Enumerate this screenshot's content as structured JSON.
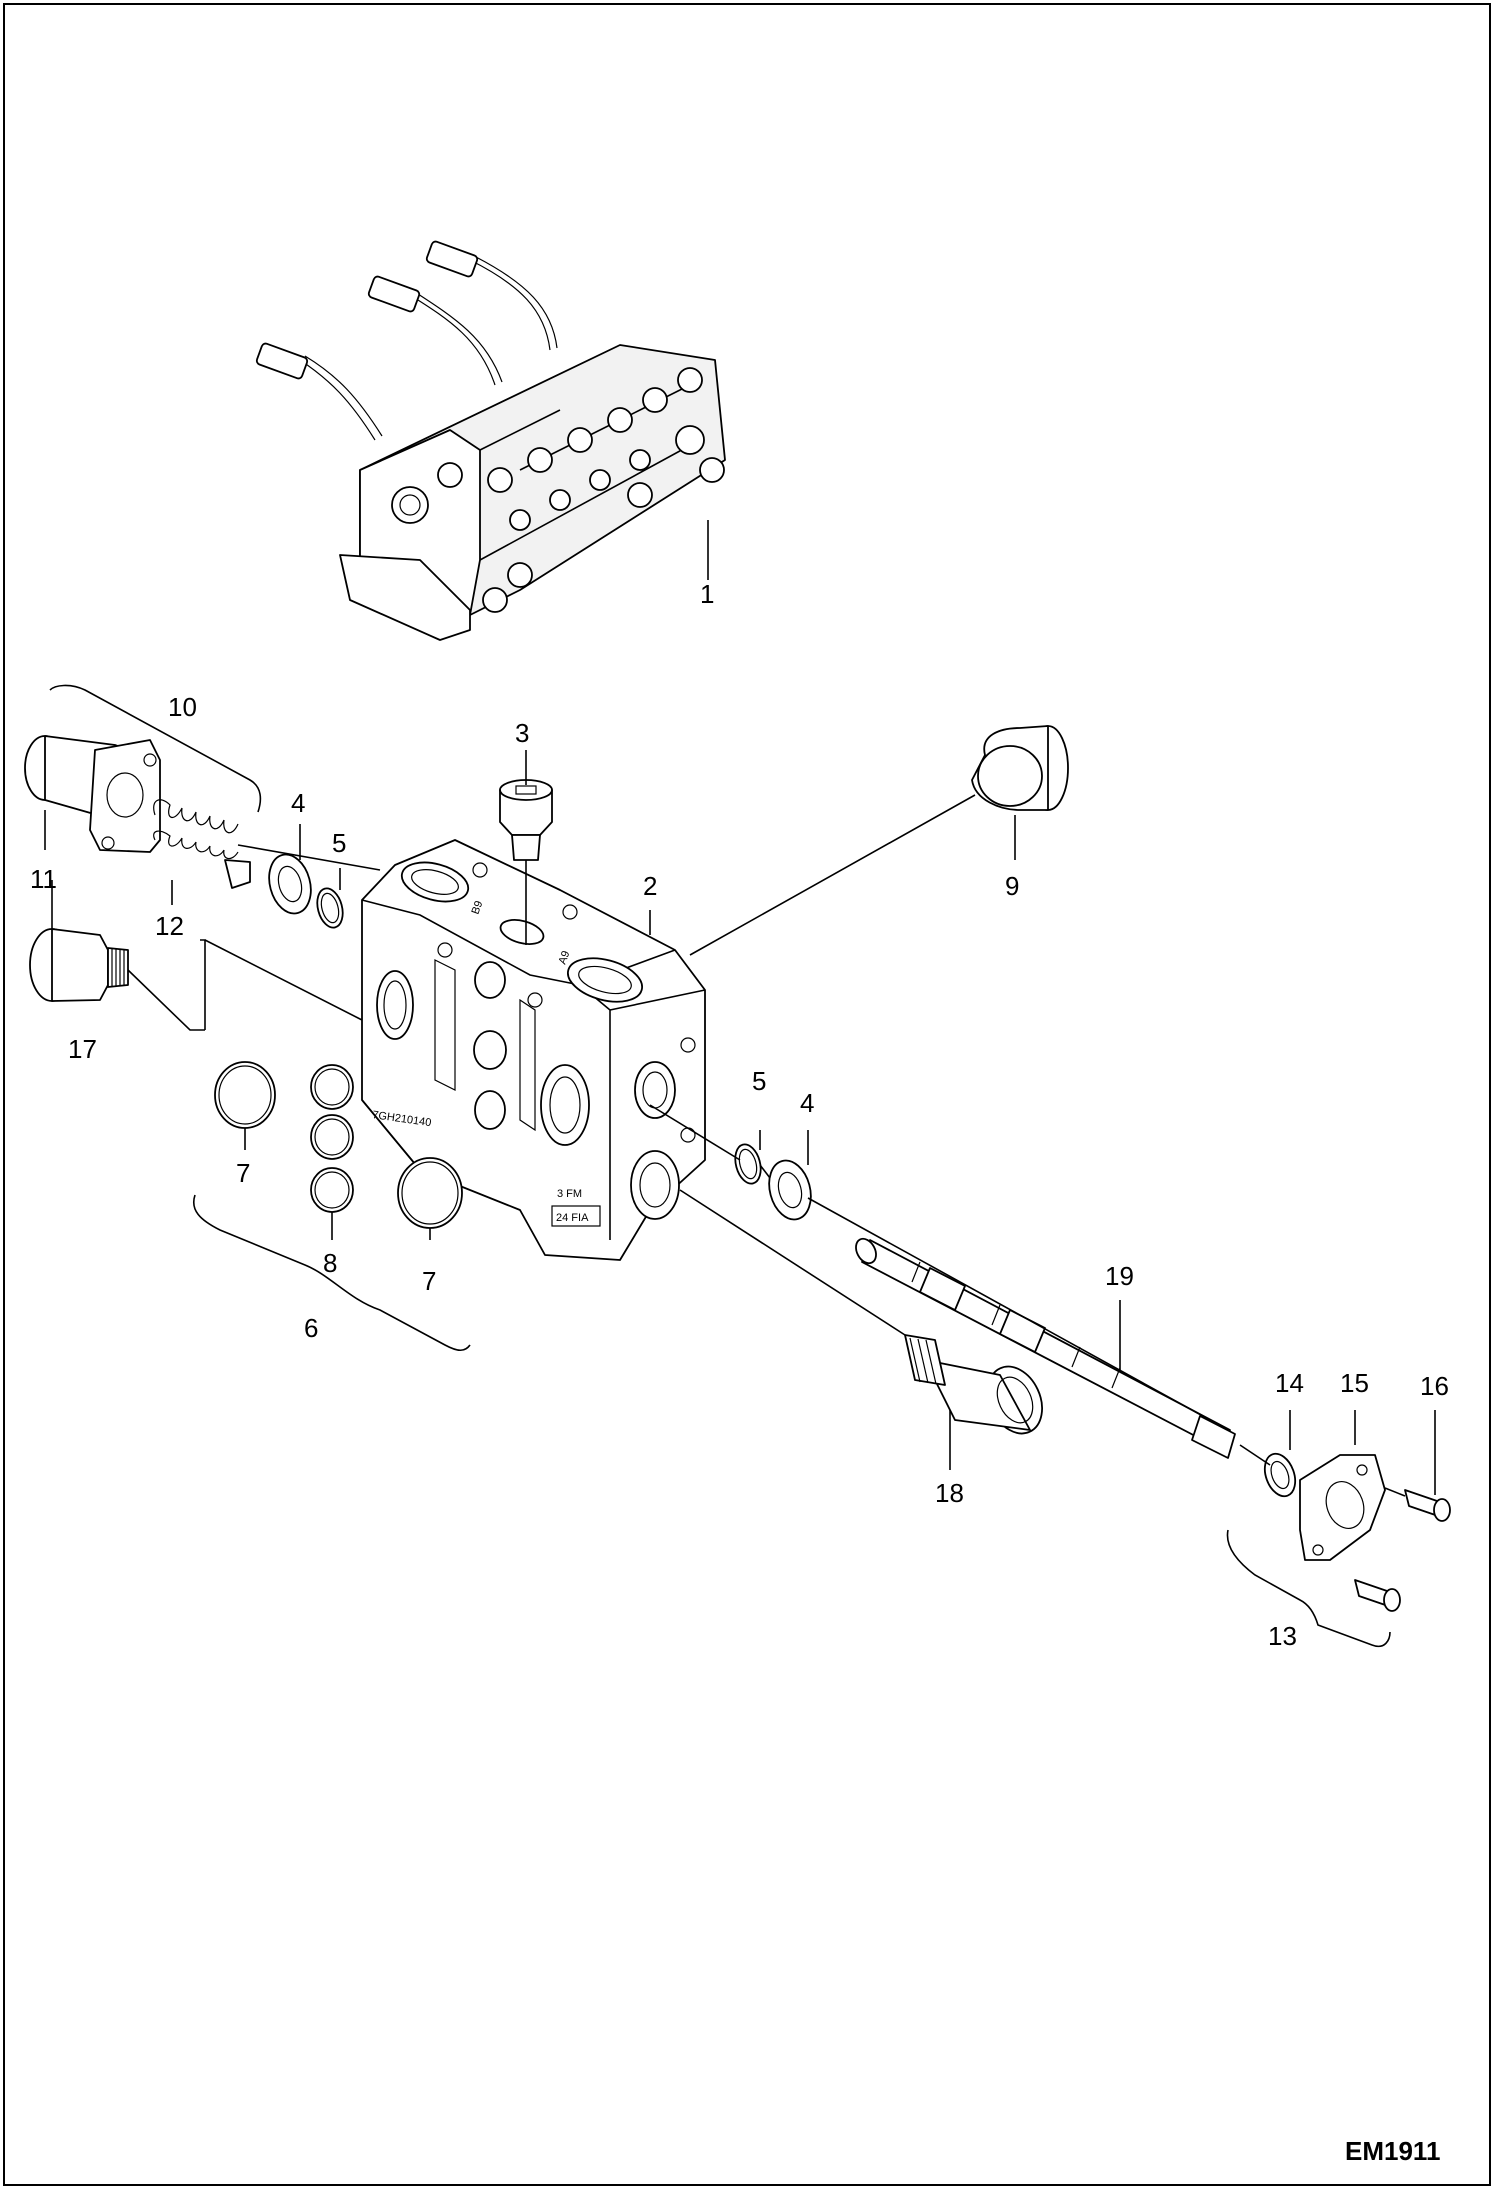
{
  "diagram": {
    "drawing_code": "EM1911",
    "callouts": {
      "c1": "1",
      "c2": "2",
      "c3": "3",
      "c4a": "4",
      "c4b": "4",
      "c5a": "5",
      "c5b": "5",
      "c6": "6",
      "c7a": "7",
      "c7b": "7",
      "c8": "8",
      "c9": "9",
      "c10": "10",
      "c11": "11",
      "c12": "12",
      "c13": "13",
      "c14": "14",
      "c15": "15",
      "c16": "16",
      "c17": "17",
      "c18": "18",
      "c19": "19"
    },
    "body_stamps": {
      "port_b": "B9",
      "port_a": "A9",
      "serial": "7GH210140",
      "spec_top": "3  FM",
      "spec_box": "24 FIA"
    }
  }
}
